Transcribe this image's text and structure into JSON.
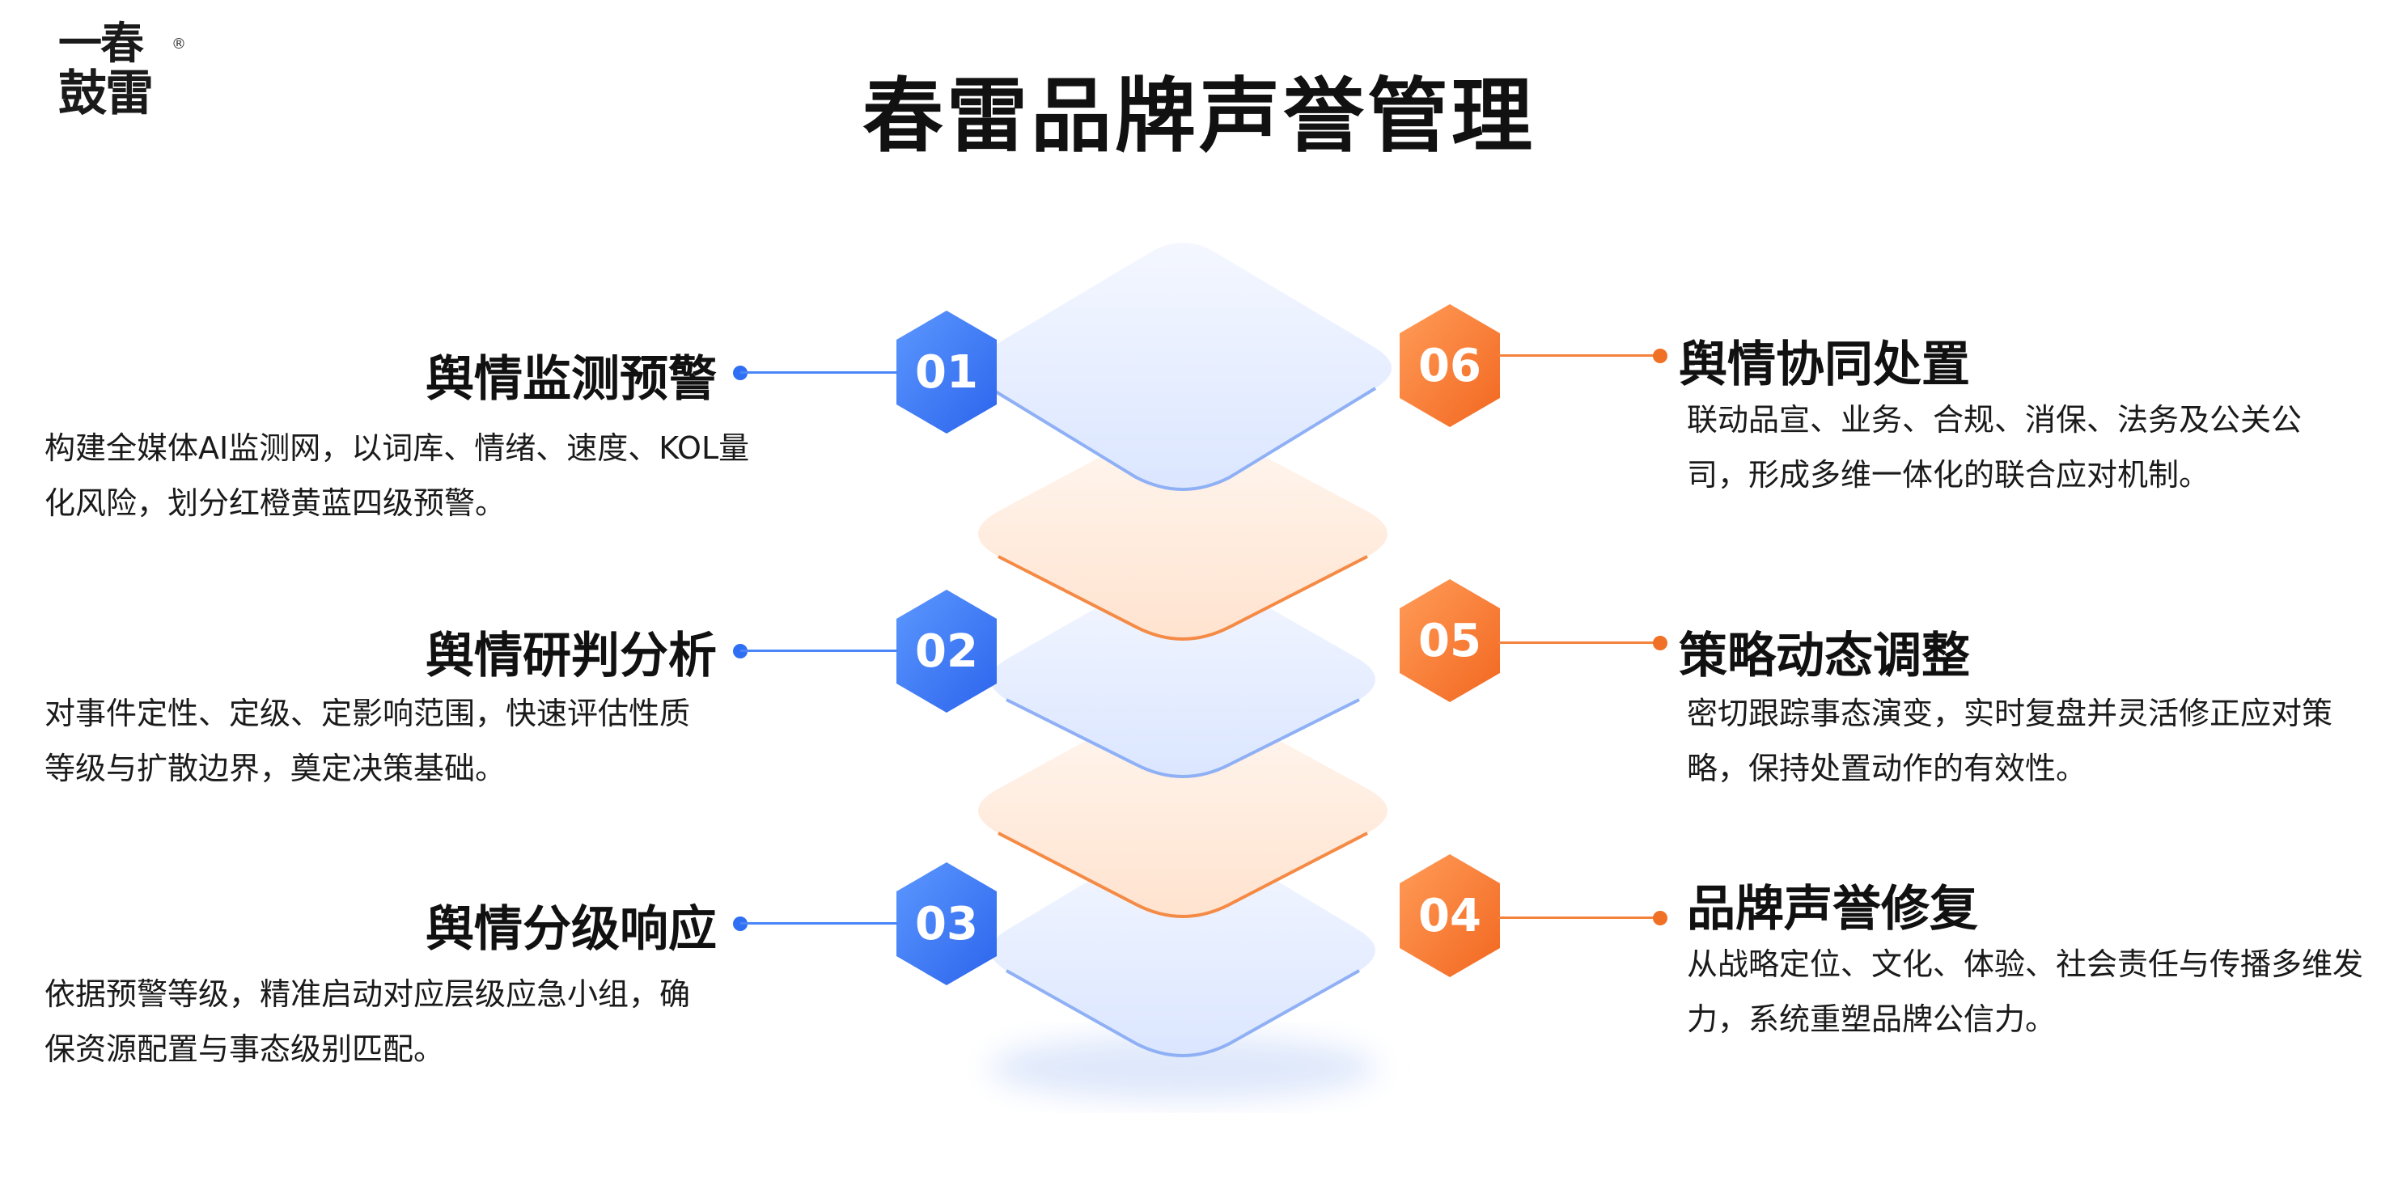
{
  "logo": {
    "line1": "一春",
    "line2": "鼓雷",
    "mark": "®"
  },
  "title": "春雷品牌声誉管理",
  "colors": {
    "blue": "#3b7af5",
    "orange": "#f57a30"
  },
  "steps": [
    {
      "num": "01",
      "title": "舆情监测预警",
      "desc": "构建全媒体AI监测网，以词库、情绪、速度、KOL量化风险，划分红橙黄蓝四级预警。",
      "color": "blue"
    },
    {
      "num": "02",
      "title": "舆情研判分析",
      "desc": "对事件定性、定级、定影响范围，快速评估性质等级与扩散边界，奠定决策基础。",
      "color": "blue"
    },
    {
      "num": "03",
      "title": "舆情分级响应",
      "desc": "依据预警等级，精准启动对应层级应急小组，确保资源配置与事态级别匹配。",
      "color": "blue"
    },
    {
      "num": "04",
      "title": "品牌声誉修复",
      "desc": "从战略定位、文化、体验、社会责任与传播多维发力，系统重塑品牌公信力。",
      "color": "orange"
    },
    {
      "num": "05",
      "title": "策略动态调整",
      "desc": "密切跟踪事态演变，实时复盘并灵活修正应对策略，保持处置动作的有效性。",
      "color": "orange"
    },
    {
      "num": "06",
      "title": "舆情协同处置",
      "desc": "联动品宣、业务、合规、消保、法务及公关公司，形成多维一体化的联合应对机制。",
      "color": "orange"
    }
  ]
}
